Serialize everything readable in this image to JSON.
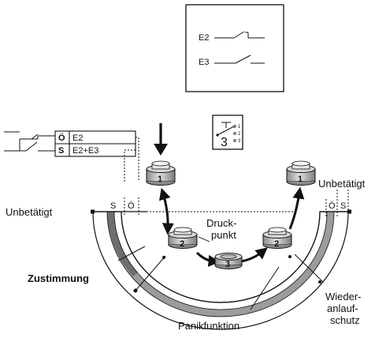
{
  "legend": {
    "e2": "E2",
    "e3": "E3"
  },
  "switch_symbol": {
    "number": "3",
    "positions": [
      "1",
      "2",
      "3"
    ]
  },
  "contact_table": {
    "rows": [
      {
        "pos": "Ö",
        "contacts": "E2"
      },
      {
        "pos": "S",
        "contacts": "E2+E3"
      }
    ]
  },
  "ring_markers": {
    "left": [
      "S",
      "Ö"
    ],
    "right": [
      "Ö",
      "S"
    ]
  },
  "labels": {
    "unbetaetigt_left": "Unbetätigt",
    "unbetaetigt_right": "Unbetätigt",
    "druckpunkt_1": "Druck-",
    "druckpunkt_2": "punkt",
    "zustimmung": "Zustimmung",
    "panikfunktion": "Panikfunktion",
    "wieder_1": "Wieder-",
    "wieder_2": "anlauf-",
    "wieder_3": "schutz"
  },
  "buttons": {
    "b1_left": "1",
    "b2_left": "2",
    "b3": "3",
    "b2_right": "2",
    "b1_right": "1"
  }
}
